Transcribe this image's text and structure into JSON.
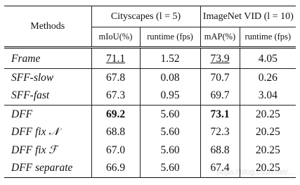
{
  "header": {
    "methods": "Methods",
    "group1": "Cityscapes (l = 5)",
    "group2": "ImageNet VID (l = 10)",
    "sub": [
      "mIoU(%)",
      "runtime (fps)",
      "mAP(%)",
      "runtime (fps)"
    ]
  },
  "rows": [
    {
      "method": "Frame",
      "miou": "71.1",
      "fps1": "1.52",
      "map": "73.9",
      "fps2": "4.05"
    },
    {
      "method": "SFF-slow",
      "miou": "67.8",
      "fps1": "0.08",
      "map": "70.7",
      "fps2": "0.26"
    },
    {
      "method": "SFF-fast",
      "miou": "67.3",
      "fps1": "0.95",
      "map": "69.7",
      "fps2": "3.04"
    },
    {
      "method": "DFF",
      "miou": "69.2",
      "fps1": "5.60",
      "map": "73.1",
      "fps2": "20.25"
    },
    {
      "method": "DFF fix 𝒩",
      "miou": "68.8",
      "fps1": "5.60",
      "map": "72.3",
      "fps2": "20.25"
    },
    {
      "method": "DFF fix ℱ",
      "miou": "67.0",
      "fps1": "5.60",
      "map": "68.8",
      "fps2": "20.25"
    },
    {
      "method": "DFF separate",
      "miou": "66.9",
      "fps1": "5.60",
      "map": "67.4",
      "fps2": "20.25"
    }
  ],
  "watermark": "https://blog.csdn.net/..."
}
